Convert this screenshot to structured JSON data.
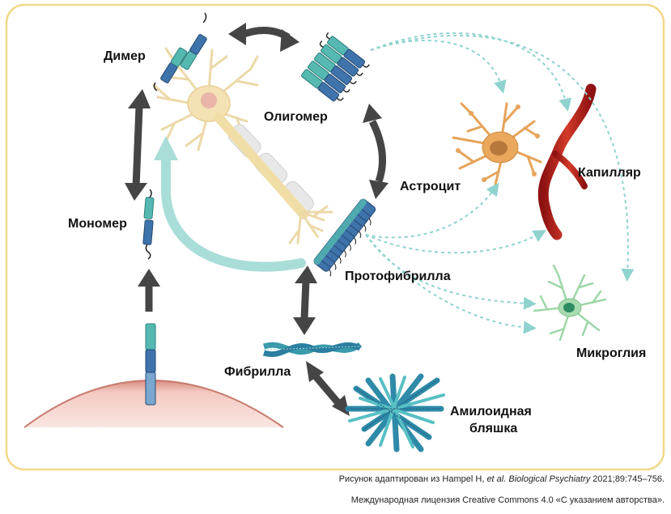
{
  "labels": {
    "dimer": "Димер",
    "oligomer": "Олигомер",
    "monomer": "Мономер",
    "astrocyte": "Астроцит",
    "capillary": "Капилляр",
    "protofibril": "Протофибрилла",
    "microglia": "Микроглия",
    "fibril": "Фибрилла",
    "plaque_line1": "Амилоидная",
    "plaque_line2": "бляшка"
  },
  "caption": {
    "prefix": "Рисунок адаптирован из Hampel H, ",
    "etal": "et al.",
    "journal": " Biological Psychiatry",
    "citation": " 2021;89:745–756."
  },
  "license": "Международная лицензия Creative Commons  4.0 «С указанием авторства».",
  "icons": [
    "neuron-icon",
    "astrocyte-icon",
    "capillary-icon",
    "microglia-icon",
    "amyloid-plaque-icon",
    "fibril-icon",
    "protofibril-icon",
    "oligomer-icon",
    "dimer-icon",
    "monomer-icon",
    "cell-membrane-icon"
  ],
  "colors": {
    "frame": "#f2d88a",
    "arrow_dark": "#454545",
    "arrow_teal": "#a9ddd7",
    "dashed_teal": "#8fd3cf",
    "neuron": "#f2e2b8",
    "astrocyte": "#e7a45a",
    "capillary": "#b51d1d",
    "microglia": "#9ed7a8",
    "teal_protein": "#55b9b2",
    "blue_protein": "#3f73ab",
    "membrane": "#e9b9b0"
  }
}
